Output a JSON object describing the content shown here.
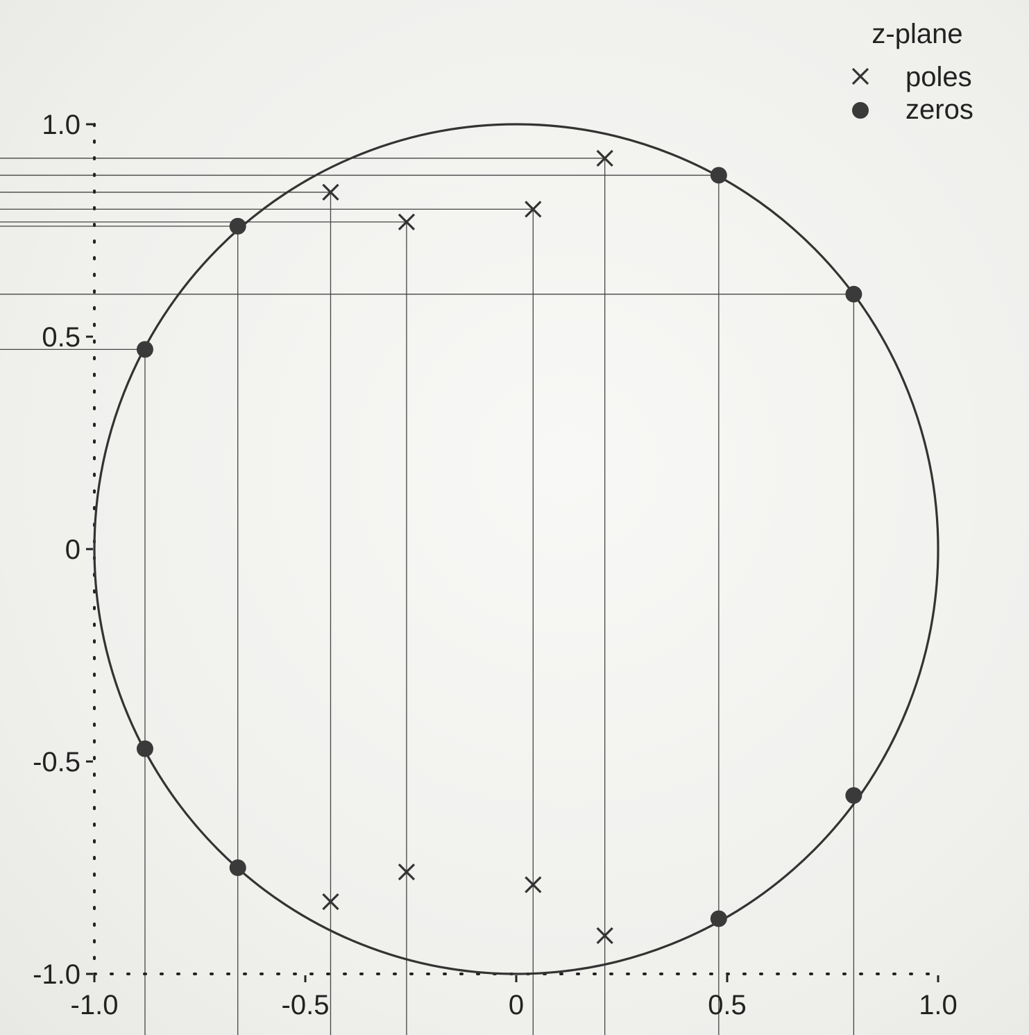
{
  "chart_data": {
    "type": "scatter",
    "legend": {
      "title": "z-plane",
      "placement": "top-right",
      "entries": [
        {
          "name": "poles",
          "marker": "x"
        },
        {
          "name": "zeros",
          "marker": "filled-circle"
        }
      ]
    },
    "xlim": [
      -1.0,
      1.0
    ],
    "ylim": [
      -1.0,
      1.0
    ],
    "x_ticks": [
      {
        "value": -1.0,
        "label": "-1.0"
      },
      {
        "value": -0.5,
        "label": "-0.5"
      },
      {
        "value": 0,
        "label": "0"
      },
      {
        "value": 0.5,
        "label": "0.5"
      },
      {
        "value": 1.0,
        "label": "1.0"
      }
    ],
    "y_ticks": [
      {
        "value": 1.0,
        "label": "1.0"
      },
      {
        "value": 0.5,
        "label": "0.5"
      },
      {
        "value": 0,
        "label": "0"
      },
      {
        "value": -0.5,
        "label": "-0.5"
      },
      {
        "value": -1.0,
        "label": "-1.0"
      }
    ],
    "unit_circle": {
      "radius": 1.0,
      "center": [
        0,
        0
      ]
    },
    "series": [
      {
        "name": "poles",
        "marker": "x",
        "points": [
          [
            -0.44,
            0.84
          ],
          [
            -0.26,
            0.77
          ],
          [
            0.04,
            0.8
          ],
          [
            0.21,
            0.92
          ],
          [
            -0.44,
            -0.83
          ],
          [
            -0.26,
            -0.76
          ],
          [
            0.04,
            -0.79
          ],
          [
            0.21,
            -0.91
          ]
        ]
      },
      {
        "name": "zeros",
        "marker": "filled-circle",
        "points": [
          [
            -0.88,
            0.47
          ],
          [
            -0.66,
            0.76
          ],
          [
            0.48,
            0.88
          ],
          [
            0.8,
            0.6
          ],
          [
            -0.88,
            -0.47
          ],
          [
            -0.66,
            -0.75
          ],
          [
            0.48,
            -0.87
          ],
          [
            0.8,
            -0.58
          ]
        ]
      }
    ],
    "guide_lines": "upper-half points connected by horizontal lines to the left edge and vertical lines to the bottom edge"
  }
}
